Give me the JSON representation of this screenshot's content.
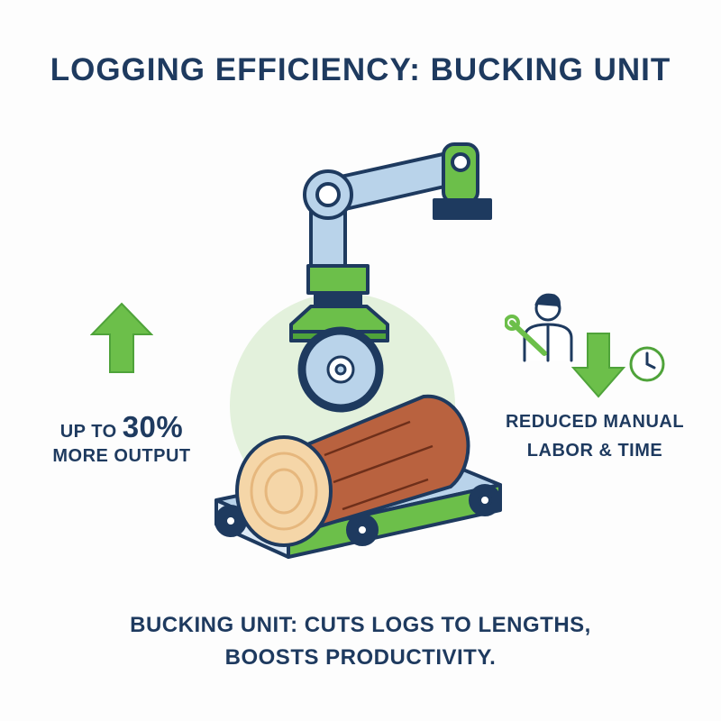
{
  "title": "LOGGING EFFICIENCY: BUCKING UNIT",
  "left_stat": {
    "prefix": "UP TO ",
    "value": "30%",
    "label": "MORE OUTPUT"
  },
  "right_stat": {
    "line1": "REDUCED MANUAL",
    "line2": "LABOR & TIME"
  },
  "caption": {
    "line1": "BUCKING UNIT: CUTS LOGS TO LENGTHS,",
    "line2": "BOOSTS PRODUCTIVITY."
  },
  "colors": {
    "navy": "#1e3a5f",
    "green": "#6cbf4a",
    "light_blue": "#b9d3ea",
    "wood": "#b9623f",
    "wood_end": "#f5d6a8",
    "halo": "#e3f1dc"
  },
  "icons": {
    "up": "arrow-up-icon",
    "down": "arrow-down-icon",
    "worker": "worker-wrench-icon",
    "clock": "clock-icon"
  }
}
